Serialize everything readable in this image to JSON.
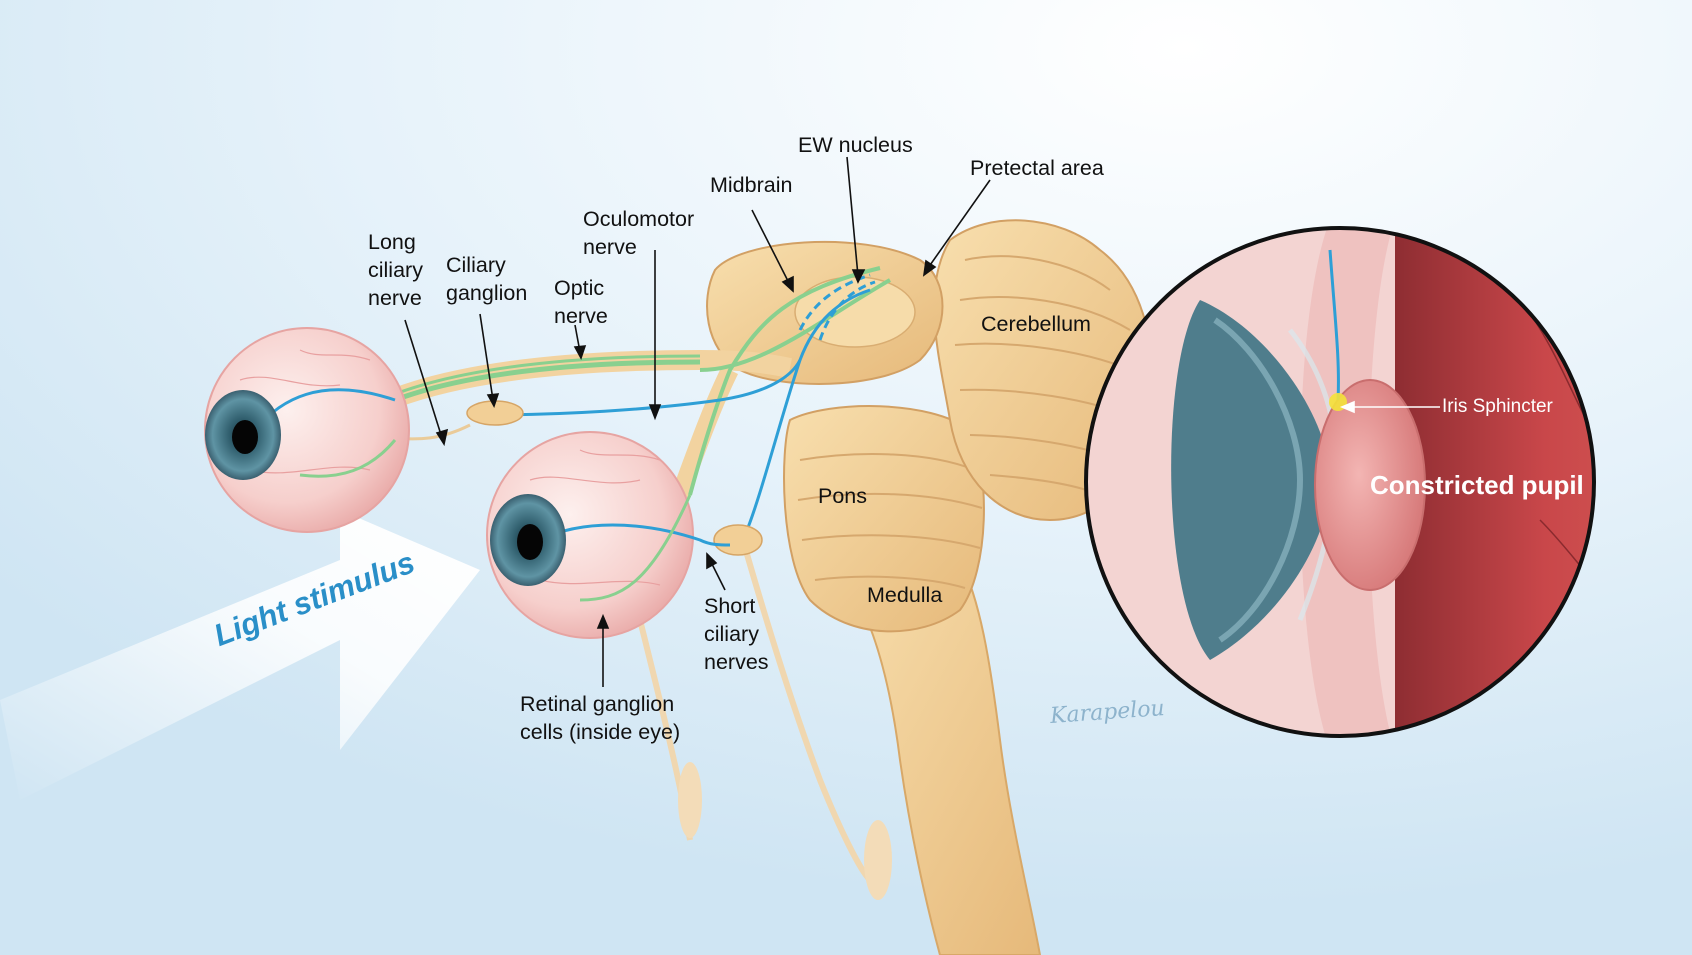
{
  "labels": {
    "ew_nucleus": "EW nucleus",
    "pretectal_area": "Pretectal area",
    "midbrain": "Midbrain",
    "oculomotor_nerve": [
      "Oculomotor",
      "nerve"
    ],
    "long_ciliary_nerve": [
      "Long",
      "ciliary",
      "nerve"
    ],
    "ciliary_ganglion": [
      "Ciliary",
      "ganglion"
    ],
    "optic_nerve": [
      "Optic",
      "nerve"
    ],
    "cerebellum": "Cerebellum",
    "pons": "Pons",
    "medulla": "Medulla",
    "short_ciliary_nerves": [
      "Short",
      "ciliary",
      "nerves"
    ],
    "retinal_ganglion_cells": [
      "Retinal ganglion",
      "cells (inside eye)"
    ],
    "light_stimulus": "Light stimulus",
    "iris_sphincter": "Iris Sphincter",
    "constricted_pupil": "Constricted pupil",
    "signature": "Karapelou"
  },
  "colors": {
    "background": "#d6ebf6",
    "nerve_green": "#8fd39a",
    "nerve_blue": "#2e9fd6",
    "brain": "#f1cf96",
    "eye_red": "#c4484a",
    "iris": "#3d6e80"
  }
}
